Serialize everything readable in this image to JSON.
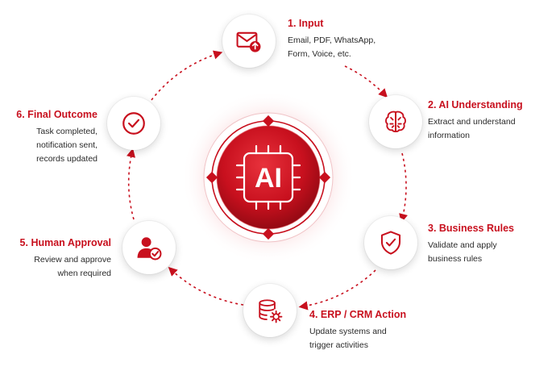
{
  "center": {
    "label": "AI"
  },
  "steps": [
    {
      "title": "1. Input",
      "desc": [
        "Email, PDF, WhatsApp,",
        "Form, Voice, etc."
      ],
      "icon": "mail-upload-icon"
    },
    {
      "title": "2. AI Understanding",
      "desc": [
        "Extract and understand",
        "information"
      ],
      "icon": "brain-icon"
    },
    {
      "title": "3. Business Rules",
      "desc": [
        "Validate and apply",
        "business rules"
      ],
      "icon": "shield-check-icon"
    },
    {
      "title": "4. ERP / CRM Action",
      "desc": [
        "Update systems and",
        "trigger activities"
      ],
      "icon": "database-gear-icon"
    },
    {
      "title": "5. Human Approval",
      "desc": [
        "Review and approve",
        "when required"
      ],
      "icon": "user-check-icon"
    },
    {
      "title": "6. Final Outcome",
      "desc": [
        "Task completed,",
        "notification sent,",
        "records updated"
      ],
      "icon": "check-circle-icon"
    }
  ],
  "colors": {
    "accent": "#c8101e",
    "dark_red": "#a30b16",
    "text": "#2a2a2a"
  }
}
